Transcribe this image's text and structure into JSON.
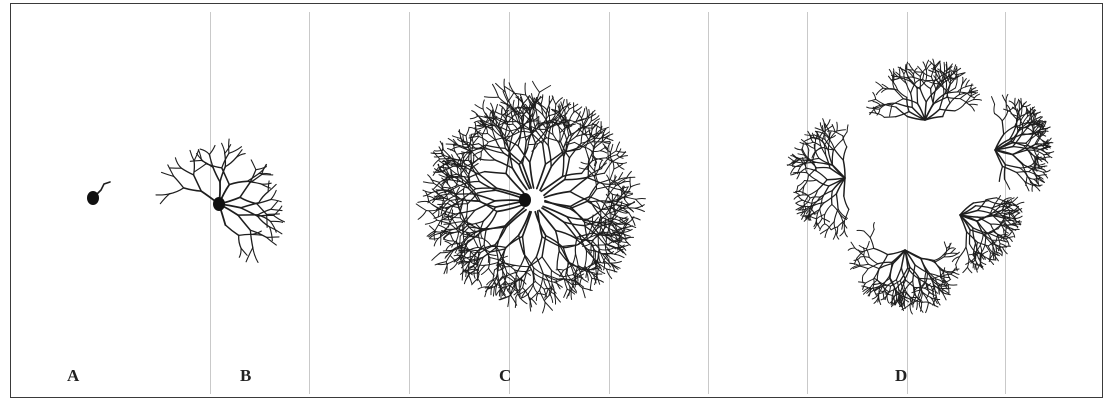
{
  "figure": {
    "labels": [
      "A",
      "B",
      "C",
      "D"
    ],
    "colors": {
      "ink": "#1e1e1e",
      "gridline": "#c9c9c9",
      "border": "#3a3a3a",
      "background": "#ffffff"
    }
  }
}
